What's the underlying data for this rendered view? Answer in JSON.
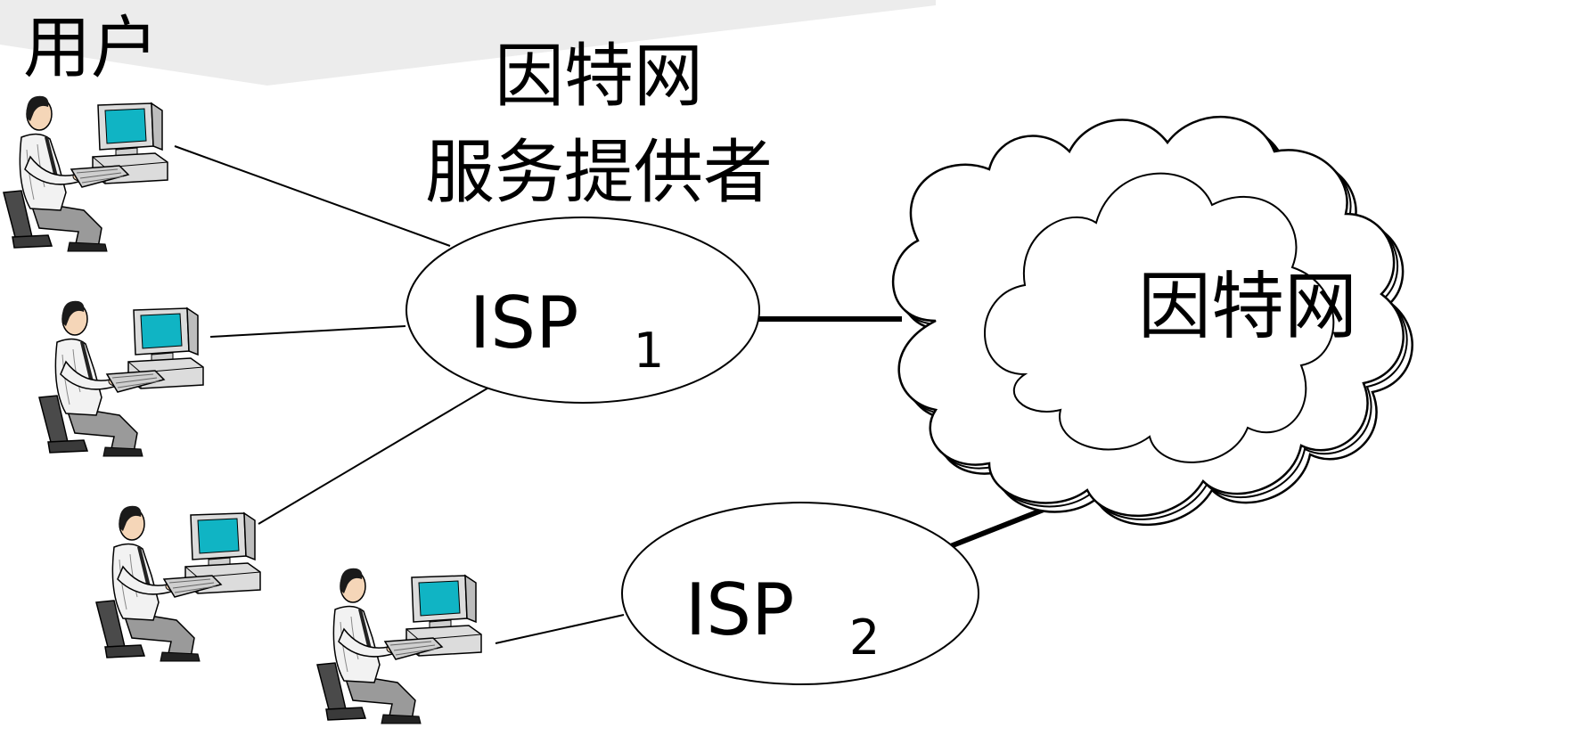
{
  "labels": {
    "users": "用户",
    "isp_title_line1": "因特网",
    "isp_title_line2": "服务提供者",
    "internet": "因特网"
  },
  "isp1": {
    "name": "ISP",
    "subscript": "1"
  },
  "isp2": {
    "name": "ISP",
    "subscript": "2"
  },
  "users": [
    {
      "id": "user-1",
      "connects_to": "isp1"
    },
    {
      "id": "user-2",
      "connects_to": "isp1"
    },
    {
      "id": "user-3",
      "connects_to": "isp1"
    },
    {
      "id": "user-4",
      "connects_to": "isp2"
    }
  ],
  "links": [
    {
      "from": "isp1",
      "to": "internet",
      "style": "thick"
    },
    {
      "from": "isp2",
      "to": "internet",
      "style": "thick"
    }
  ],
  "colors": {
    "background_band": "#ececec",
    "monitor_screen": "#10b4c4",
    "line": "#000000",
    "shirt": "#f2f2f2",
    "hair": "#1a1a1a",
    "pants": "#9a9a9a",
    "chair": "#4a4a4a",
    "computer": "#dcdcdc"
  }
}
